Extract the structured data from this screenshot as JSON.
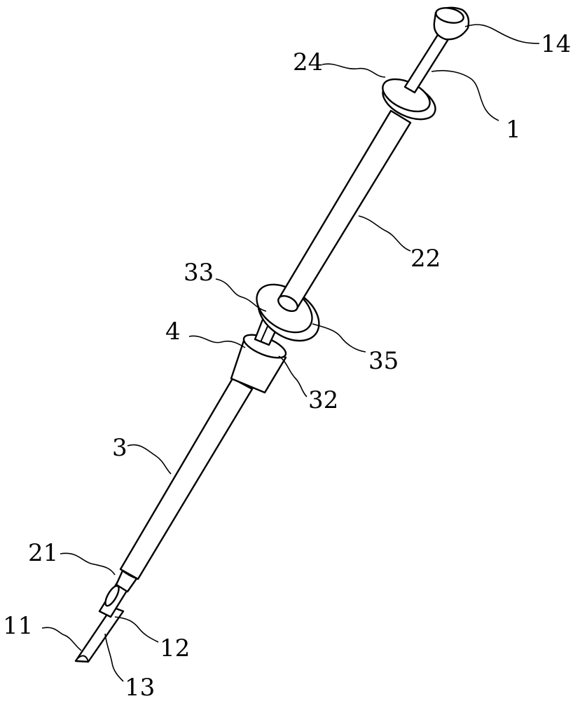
{
  "figure": {
    "labels": {
      "l1": "1",
      "l3": "3",
      "l4": "4",
      "l11": "11",
      "l12": "12",
      "l13": "13",
      "l14": "14",
      "l21": "21",
      "l22": "22",
      "l24": "24",
      "l32": "32",
      "l33": "33",
      "l35": "35"
    }
  }
}
